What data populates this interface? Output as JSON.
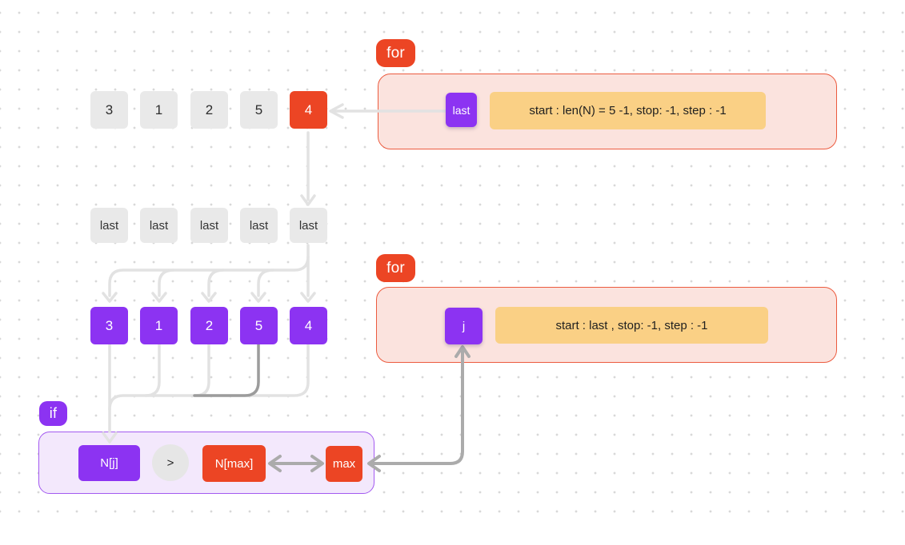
{
  "colors": {
    "red": "#EC4524",
    "purple": "#8C33F2",
    "purpleBorder": "#A35AF0",
    "pinkFill": "#FBE3DE",
    "pinkBorder": "#EC5B3F",
    "lavenderFill": "#F3E8FC",
    "yellow": "#FAD085",
    "grayBox": "#E9E9E9",
    "grayCircle": "#E6E6E6",
    "gridDot": "#D8D8D8",
    "wireLight": "#E2E2E2",
    "wireDark": "#9C9C9C",
    "wireMid": "#ABABAB",
    "text": "#1E1E1E"
  },
  "array_row": {
    "values": [
      "3",
      "1",
      "2",
      "5",
      "4"
    ]
  },
  "last_row": {
    "labels": [
      "last",
      "last",
      "last",
      "last",
      "last"
    ]
  },
  "sorted_row": {
    "values": [
      "3",
      "1",
      "2",
      "5",
      "4"
    ]
  },
  "outer_loop": {
    "badge": "for",
    "variable": "last",
    "range": "start : len(N) = 5 -1, stop: -1, step : -1"
  },
  "inner_loop": {
    "badge": "for",
    "variable": "j",
    "range": "start : last , stop: -1, step : -1"
  },
  "condition": {
    "badge": "if",
    "left_operand": "N[j]",
    "operator": ">",
    "right_operand": "N[max]",
    "assign_target": "max"
  }
}
